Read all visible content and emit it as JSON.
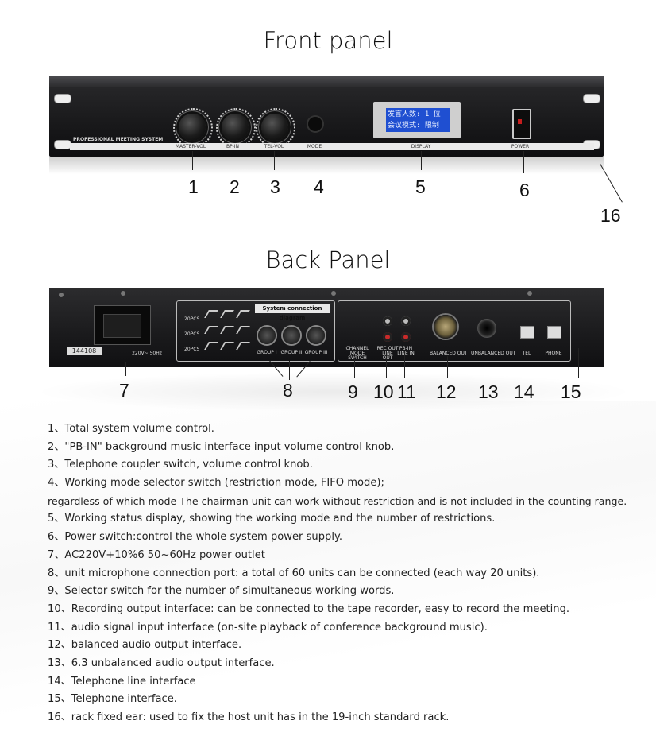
{
  "front": {
    "title": "Front panel",
    "brand": "PROFESSIONAL MEETING SYSTEM",
    "labels": [
      "MASTER-VOL",
      "BP-IN",
      "TEL-VOL",
      "MODE",
      "DISPLAY",
      "POWER"
    ],
    "lcd_line1": "发言人数: 1 位",
    "lcd_line2": "会议模式: 限制",
    "callouts": [
      "1",
      "2",
      "3",
      "4",
      "5",
      "6",
      "16"
    ]
  },
  "back": {
    "title": "Back Panel",
    "tag": "144108",
    "voltage": "220V~ 50Hz",
    "system_diagram": "System connection diagram",
    "pcs": "20PCS",
    "groups": [
      "GROUP I",
      "GROUP II",
      "GROUP III"
    ],
    "port_labels": [
      "CHANNEL MODE SWITCH",
      "REC OUT LINE OUT",
      "PB-IN LINE IN",
      "BALANCED OUT",
      "UNBALANCED OUT",
      "TEL",
      "PHONE"
    ],
    "callouts": [
      "7",
      "8",
      "9",
      "10",
      "11",
      "12",
      "13",
      "14",
      "15"
    ]
  },
  "descriptions": [
    "1、Total system volume control.",
    "2、\"PB-IN\" background music interface input volume control knob.",
    "3、Telephone coupler switch, volume control knob.",
    "4、Working mode selector switch (restriction mode, FIFO mode);",
    "regardless of which mode The chairman unit can work without restriction and is not included in the counting range.",
    "5、Working status display, showing the working mode and the number of restrictions.",
    "6、Power switch:control the whole system power supply.",
    "7、AC220V+10%6 50~60Hz power outlet",
    "8、unit microphone connection port: a total of 60 units can be connected (each way 20 units).",
    "9、Selector switch for the number of simultaneous working words.",
    "10、Recording output interface: can be connected to the tape recorder, easy to record the meeting.",
    "11、audio signal input interface (on-site playback of conference background music).",
    "12、balanced audio output interface.",
    "13、6.3 unbalanced audio output interface.",
    "14、Telephone line interface",
    "15、Telephone interface.",
    "16、rack fixed ear: used to fix the host unit has in the 19-inch standard rack."
  ]
}
